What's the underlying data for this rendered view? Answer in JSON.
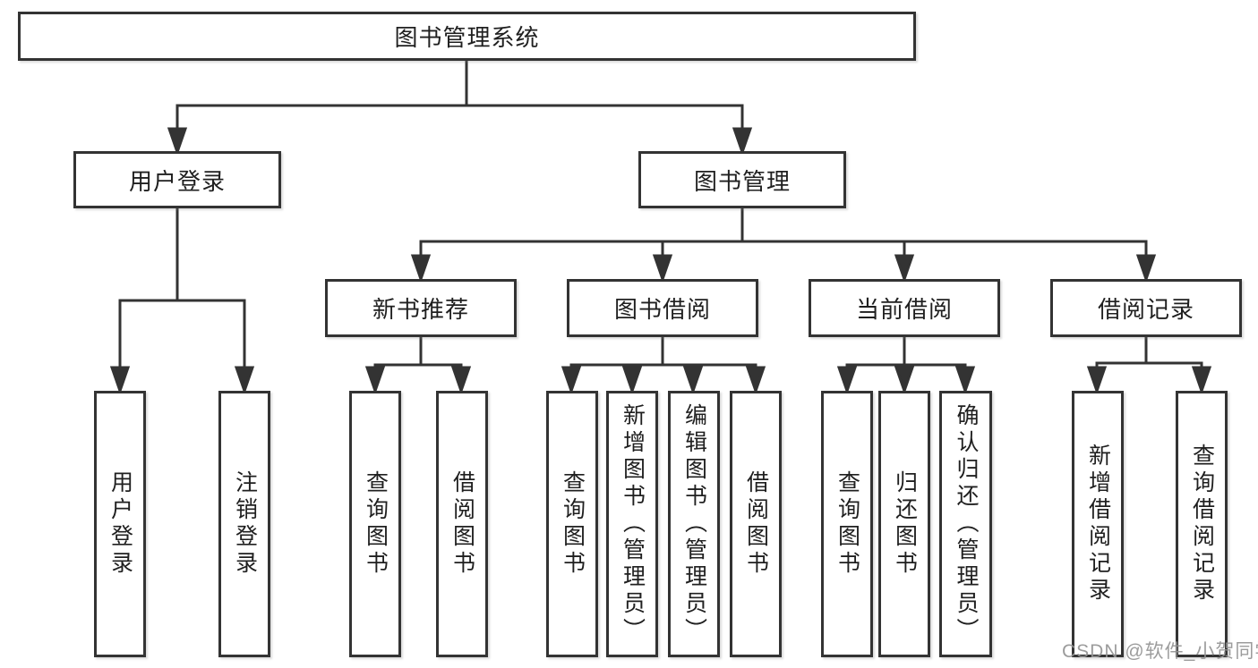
{
  "colors": {
    "line": "#333333",
    "text": "#1f1f1f",
    "box_fill": "#ffffff",
    "watermark": "#949494"
  },
  "watermark": {
    "text": "CSDN @软件_小贺同学"
  },
  "tree": {
    "root": {
      "label": "图书管理系统"
    },
    "branches": [
      {
        "label": "用户登录",
        "children": [
          {
            "label": "用户登录"
          },
          {
            "label": "注销登录"
          }
        ]
      },
      {
        "label": "图书管理",
        "groups": [
          {
            "label": "新书推荐",
            "children": [
              {
                "label": "查询图书"
              },
              {
                "label": "借阅图书"
              }
            ]
          },
          {
            "label": "图书借阅",
            "children": [
              {
                "label": "查询图书"
              },
              {
                "label": "新增图书（管理员）"
              },
              {
                "label": "编辑图书（管理员）"
              },
              {
                "label": "借阅图书"
              }
            ]
          },
          {
            "label": "当前借阅",
            "children": [
              {
                "label": "查询图书"
              },
              {
                "label": "归还图书"
              },
              {
                "label": "确认归还（管理员）"
              }
            ]
          },
          {
            "label": "借阅记录",
            "children": [
              {
                "label": "新增借阅记录"
              },
              {
                "label": "查询借阅记录"
              }
            ]
          }
        ]
      }
    ]
  }
}
